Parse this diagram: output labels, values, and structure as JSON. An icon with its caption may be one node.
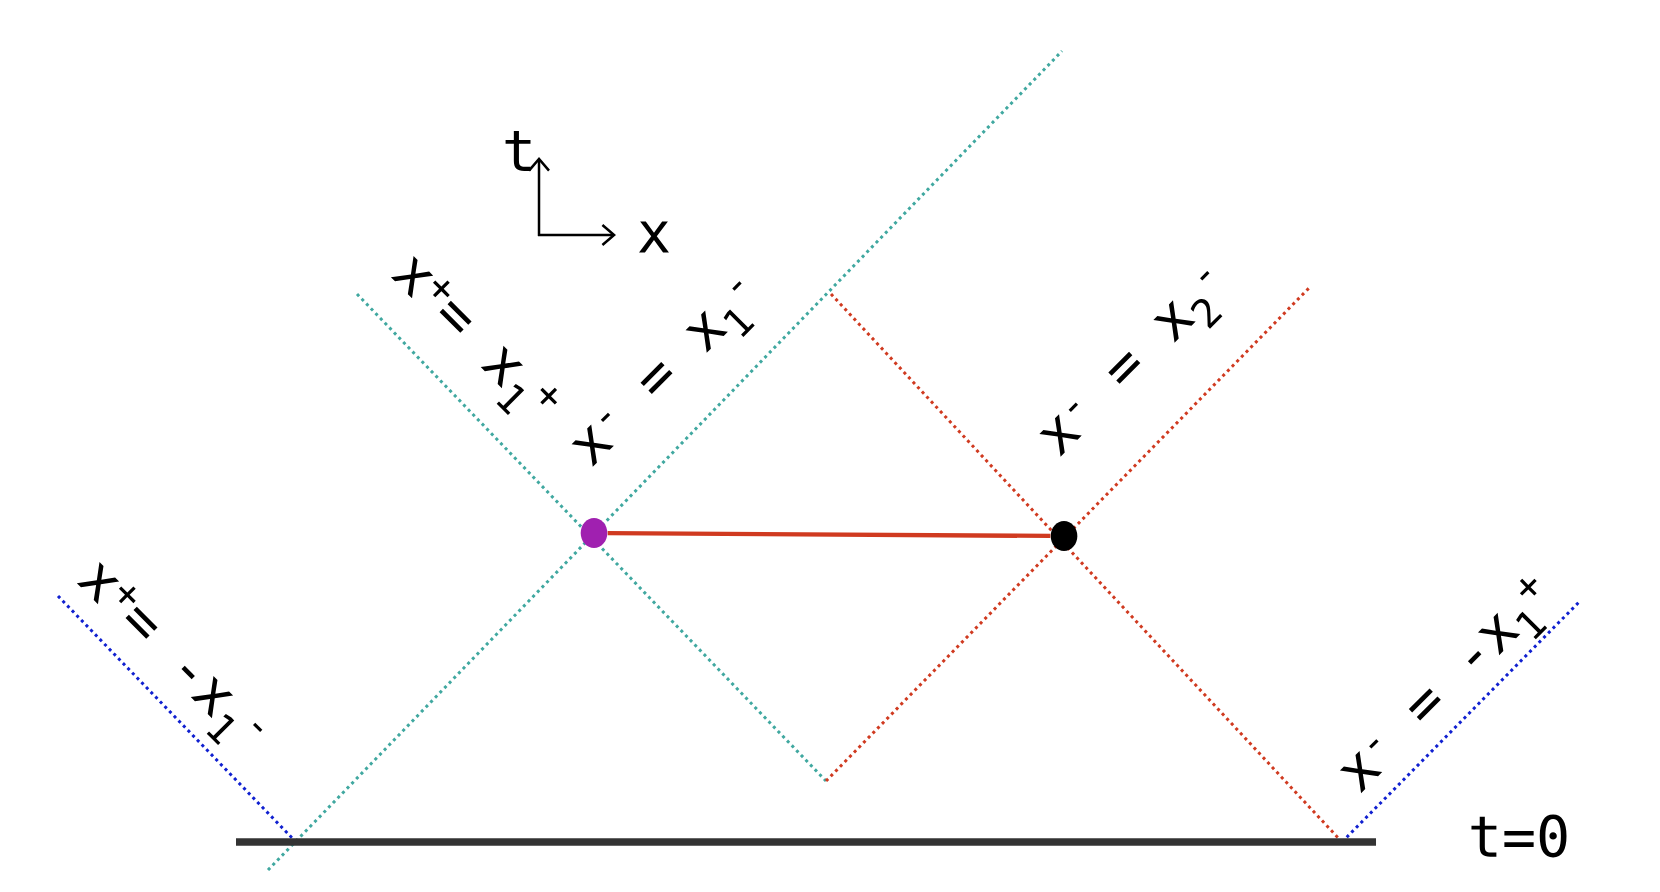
{
  "diagram": {
    "nodes": [
      {
        "text": [],
        "shape": "circle"
      },
      {
        "text": [],
        "shape": "circle"
      }
    ],
    "edges": [
      {
        "from": 0,
        "to": 1,
        "arrow": "none"
      }
    ],
    "labels": [
      "t",
      "x",
      "x$^{+}$= x$_{1}$$^{+}$",
      "x$^{-}$ = x$_{1}$$^{-}$",
      "x$^{-}$ = x$_{2}$$^{-}$",
      "x$^{+}$= -x$_{1}$$^{-}$",
      "x$^{-}$ = -x$_{1}$$^{+}$",
      "t=0"
    ]
  }
}
